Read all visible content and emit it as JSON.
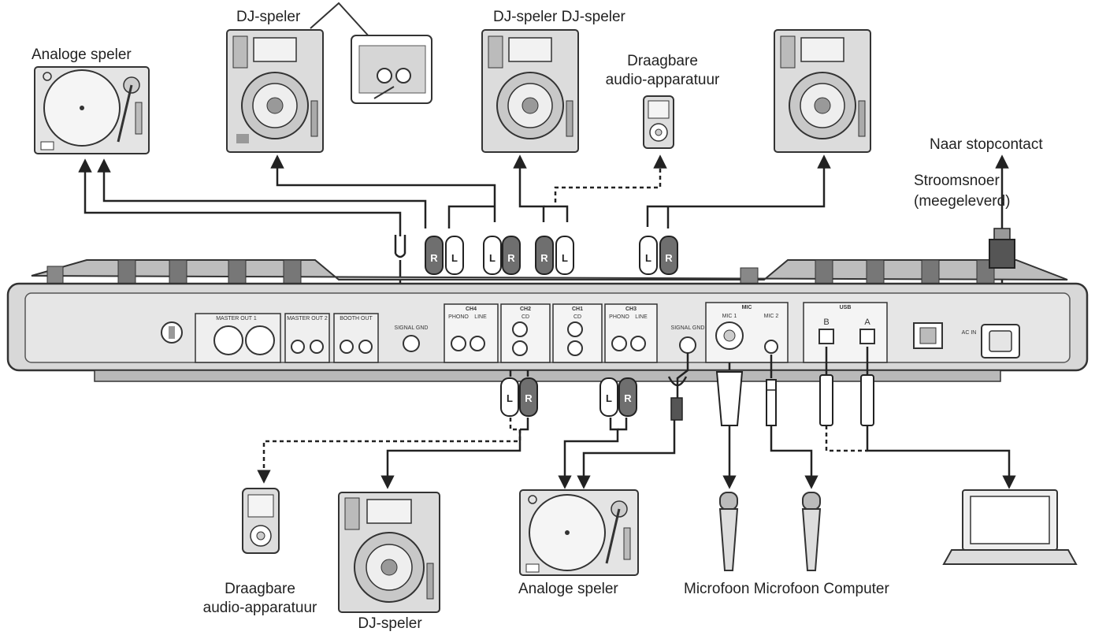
{
  "labels": {
    "analog_top": "Analoge speler",
    "dj_top_1": "DJ-speler",
    "dj_top_2": "DJ-speler DJ-speler",
    "portable_top_1": "Draagbare",
    "portable_top_2": "audio-apparatuur",
    "to_outlet": "Naar stopcontact",
    "power_cord_1": "Stroomsnoer",
    "power_cord_2": "(meegeleverd)",
    "portable_bottom_1": "Draagbare",
    "portable_bottom_2": "audio-apparatuur",
    "dj_bottom": "DJ-speler",
    "analog_bottom": "Analoge speler",
    "bottom_row": "Microfoon Microfoon Computer"
  },
  "panel": {
    "master_out1": "MASTER OUT 1",
    "master_out2": "MASTER OUT 2",
    "booth_out": "BOOTH OUT",
    "signal_gnd": "SIGNAL GND",
    "ch4": "CH4",
    "ch2": "CH2",
    "ch1": "CH1",
    "ch3": "CH3",
    "phono": "PHONO",
    "line": "LINE",
    "cd": "CD",
    "mic": "MIC",
    "mic1": "MIC 1",
    "mic2": "MIC 2",
    "usb": "USB",
    "usb_b": "B",
    "usb_a": "A",
    "ac_in": "AC IN"
  },
  "plug_letters": {
    "r": "R",
    "l": "L"
  },
  "colors": {
    "line": "#222222",
    "panel": "#d8d8d8",
    "panel_dark": "#9a9a9a",
    "device": "#cfcfcf",
    "plug_dark": "#6f6f6f",
    "plug_light": "#ffffff"
  }
}
